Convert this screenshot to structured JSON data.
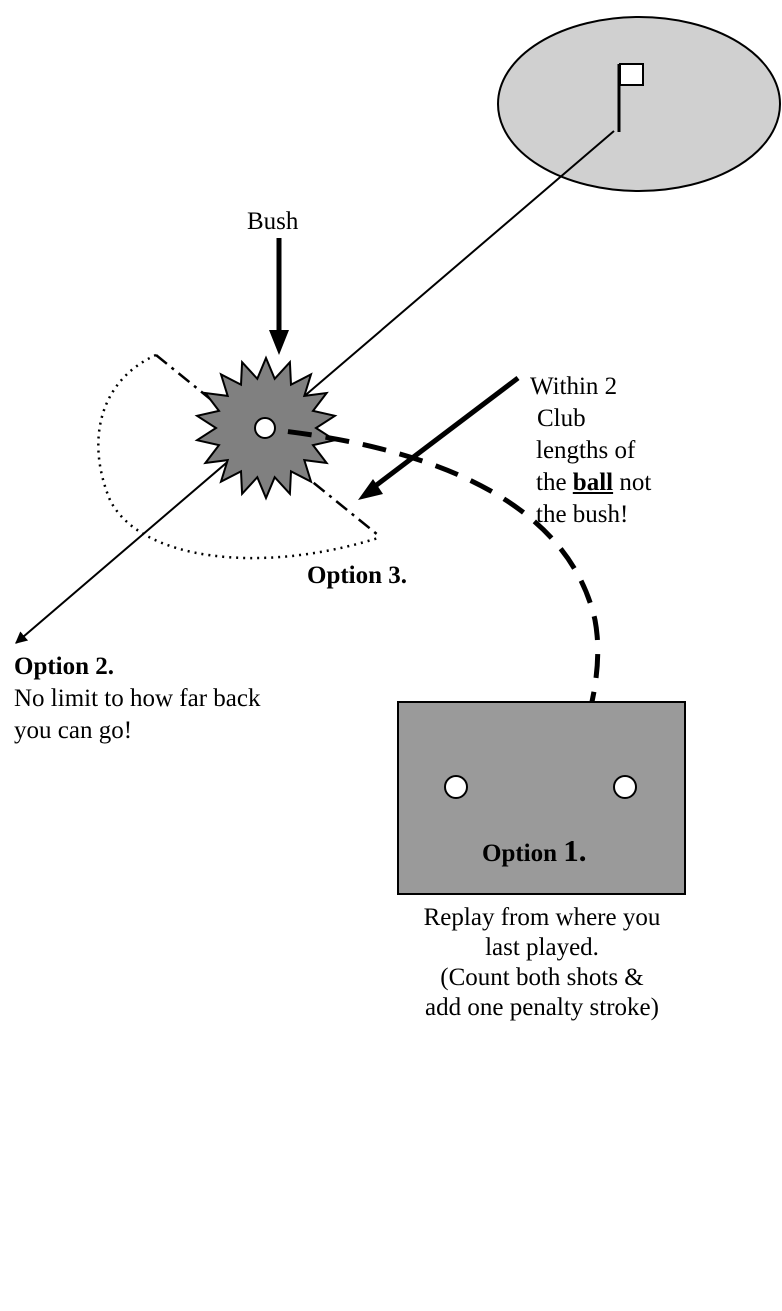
{
  "labels": {
    "bush": "Bush",
    "within_line1": "Within 2",
    "within_line2": "Club",
    "within_line3": "lengths of",
    "within_line4_prefix": "the ",
    "within_line4_ball": "ball",
    "within_line4_suffix": " not",
    "within_line5": "the bush!",
    "option3": "Option 3.",
    "option2_title": "Option 2.",
    "option2_line1": "No limit to how far back",
    "option2_line2": "you can go!",
    "option1_word": "Option ",
    "option1_num": "1.",
    "caption_line1": "Replay from where you",
    "caption_line2": "last played.",
    "caption_line3": "(Count both shots &",
    "caption_line4": "add one penalty stroke)"
  },
  "colors": {
    "green": "#d0d0d0",
    "bush": "#808080",
    "tee_box": "#9a9a9a",
    "line": "#000000"
  }
}
